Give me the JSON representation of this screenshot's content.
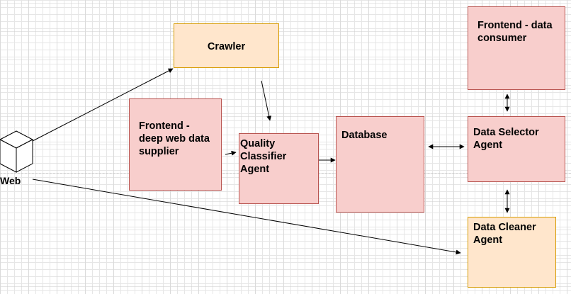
{
  "diagram": {
    "nodes": {
      "crawler": {
        "label": "Crawler",
        "fill": "#ffe6cc",
        "stroke": "#d79b00"
      },
      "frontend_consumer": {
        "label": "Frontend - data\nconsumer",
        "fill": "#f8cecc",
        "stroke": "#b85450"
      },
      "frontend_supplier": {
        "label": "Frontend -\ndeep web data\nsupplier",
        "fill": "#f8cecc",
        "stroke": "#b85450"
      },
      "quality_classifier": {
        "label": "Quality\nClassifier\nAgent",
        "fill": "#f8cecc",
        "stroke": "#b85450"
      },
      "database": {
        "label": "Database",
        "fill": "#f8cecc",
        "stroke": "#b85450"
      },
      "data_selector": {
        "label": "Data Selector\nAgent",
        "fill": "#f8cecc",
        "stroke": "#b85450"
      },
      "data_cleaner": {
        "label": "Data Cleaner\nAgent",
        "fill": "#ffe6cc",
        "stroke": "#d79b00"
      },
      "web": {
        "label": "Web",
        "shape": "cube"
      }
    },
    "edges": [
      {
        "from": "web",
        "to": "crawler",
        "direction": "forward"
      },
      {
        "from": "web",
        "to": "data_cleaner",
        "direction": "forward"
      },
      {
        "from": "crawler",
        "to": "quality_classifier",
        "direction": "forward"
      },
      {
        "from": "frontend_supplier",
        "to": "quality_classifier",
        "direction": "forward"
      },
      {
        "from": "quality_classifier",
        "to": "database",
        "direction": "forward"
      },
      {
        "from": "database",
        "to": "data_selector",
        "direction": "both"
      },
      {
        "from": "frontend_consumer",
        "to": "data_selector",
        "direction": "both"
      },
      {
        "from": "data_selector",
        "to": "data_cleaner",
        "direction": "both"
      }
    ]
  }
}
